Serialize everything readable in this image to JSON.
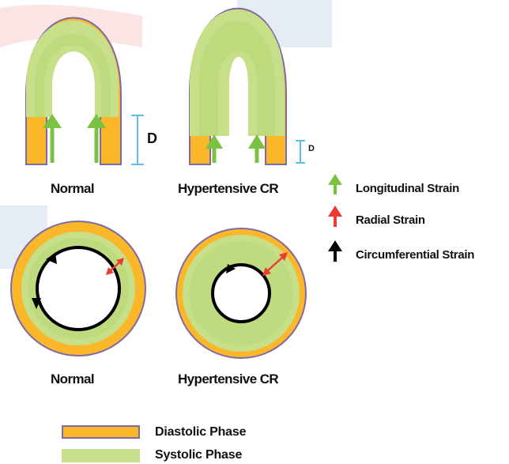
{
  "captions": {
    "top_left": "Normal",
    "top_right": "Hypertensive CR",
    "bottom_left": "Normal",
    "bottom_right": "Hypertensive CR"
  },
  "dimension": {
    "normal": "D",
    "hypertensive": "D"
  },
  "strain_legend": [
    {
      "label": "Longitudinal Strain",
      "color": "#7cc242",
      "icon": "up-arrow-icon"
    },
    {
      "label": "Radial Strain",
      "color": "#ee3b32",
      "icon": "up-arrow-icon"
    },
    {
      "label": "Circumferential Strain",
      "color": "#000000",
      "icon": "up-arrow-icon"
    }
  ],
  "phase_legend": [
    {
      "label": "Diastolic Phase",
      "color": "#fbb72a",
      "border": "#7e6aa6"
    },
    {
      "label": "Systolic Phase",
      "color": "#c8df8a",
      "border": "#c8df8a"
    }
  ],
  "colors": {
    "diastolic": "#fbb72a",
    "systolic": "#c8df8a",
    "systolic_inner": "#b6d774",
    "outline": "#7e6aa6",
    "dimension_line": "#5bbfe8",
    "longitudinal": "#7cc242",
    "radial": "#ee3b32",
    "circumferential": "#000000"
  }
}
